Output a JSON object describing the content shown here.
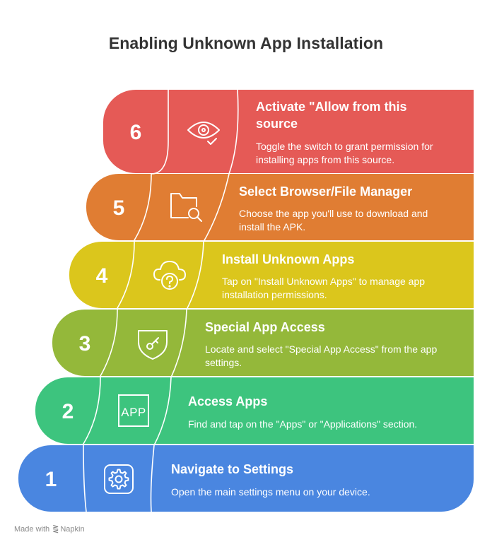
{
  "title": "Enabling Unknown App Installation",
  "steps": [
    {
      "number": "6",
      "heading_line1": "Activate \"Allow from this",
      "heading_line2": "source",
      "desc_line1": "Toggle the switch to grant permission for",
      "desc_line2": "installing apps from this source.",
      "color": "#E55A56",
      "icon": "eye-check-icon"
    },
    {
      "number": "5",
      "heading_line1": "Select Browser/File Manager",
      "desc_line1": "Choose the app you'll use to download and",
      "desc_line2": "install the APK.",
      "color": "#E07D33",
      "icon": "folder-search-icon"
    },
    {
      "number": "4",
      "heading_line1": "Install Unknown Apps",
      "desc_line1": "Tap on \"Install Unknown Apps\" to manage app",
      "desc_line2": "installation permissions.",
      "color": "#DBC61C",
      "icon": "cloud-question-icon"
    },
    {
      "number": "3",
      "heading_line1": "Special App Access",
      "desc_line1": "Locate and select \"Special App Access\" from the app",
      "desc_line2": "settings.",
      "color": "#94B83A",
      "icon": "shield-key-icon"
    },
    {
      "number": "2",
      "heading_line1": "Access Apps",
      "desc_line1": "Find and tap on the \"Apps\" or \"Applications\" section.",
      "color": "#3DC47E",
      "icon": "app-icon",
      "icon_text": "APP"
    },
    {
      "number": "1",
      "heading_line1": "Navigate to Settings",
      "desc_line1": "Open the main settings menu on your device.",
      "color": "#4A86E0",
      "icon": "gear-icon"
    }
  ],
  "footer": {
    "prefix": "Made with",
    "brand": "Napkin"
  }
}
